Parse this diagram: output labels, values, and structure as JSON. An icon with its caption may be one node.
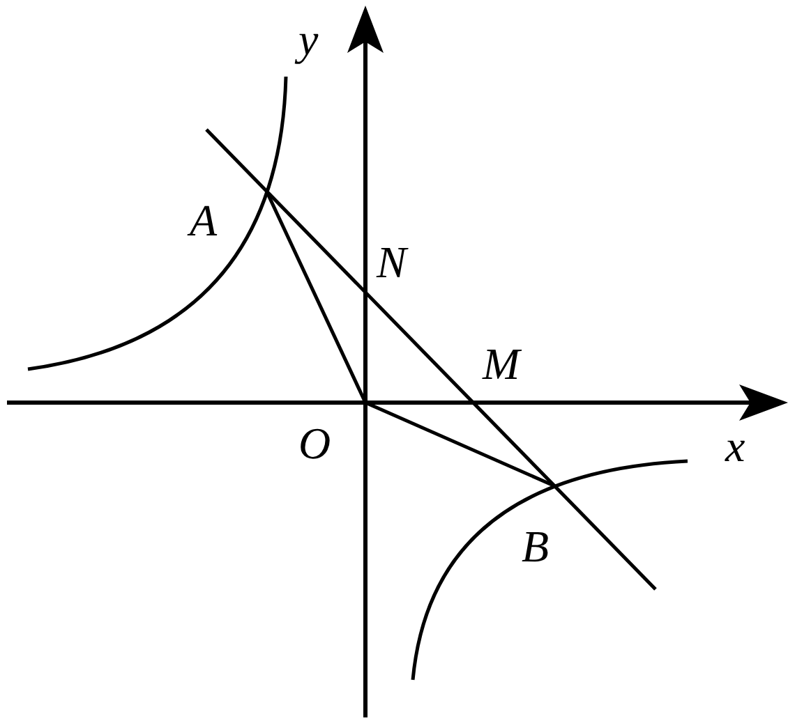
{
  "diagram": {
    "labels": [
      "y",
      "A",
      "N",
      "M",
      "O",
      "x",
      "B"
    ]
  }
}
